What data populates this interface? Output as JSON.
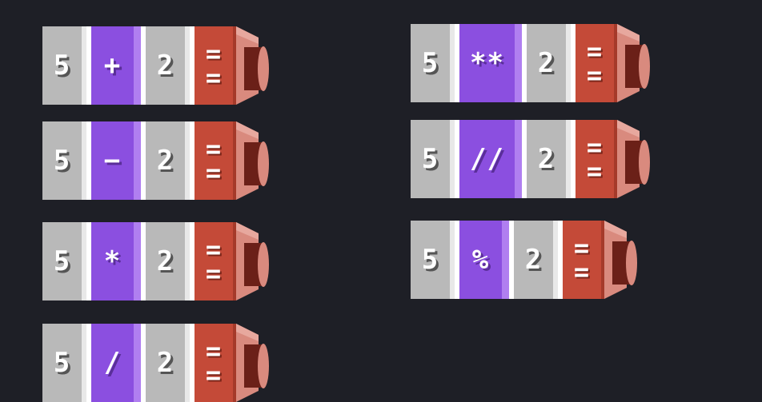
{
  "rows": [
    {
      "left": "5",
      "op": "+",
      "right": "2",
      "eq": "="
    },
    {
      "left": "5",
      "op": "−",
      "right": "2",
      "eq": "="
    },
    {
      "left": "5",
      "op": "*",
      "right": "2",
      "eq": "="
    },
    {
      "left": "5",
      "op": "/",
      "right": "2",
      "eq": "="
    },
    {
      "left": "5",
      "op": "**",
      "right": "2",
      "eq": "="
    },
    {
      "left": "5",
      "op": "//",
      "right": "2",
      "eq": "="
    },
    {
      "left": "5",
      "op": "%",
      "right": "2",
      "eq": "="
    }
  ],
  "colors": {
    "background": "#1e1f26",
    "number_block": "#b9b9b9",
    "operator_block": "#8b4fe0",
    "equals_block": "#c44a38",
    "nozzle_cap": "#6b2018"
  },
  "icons": {
    "nozzle": "output-nozzle-icon"
  }
}
